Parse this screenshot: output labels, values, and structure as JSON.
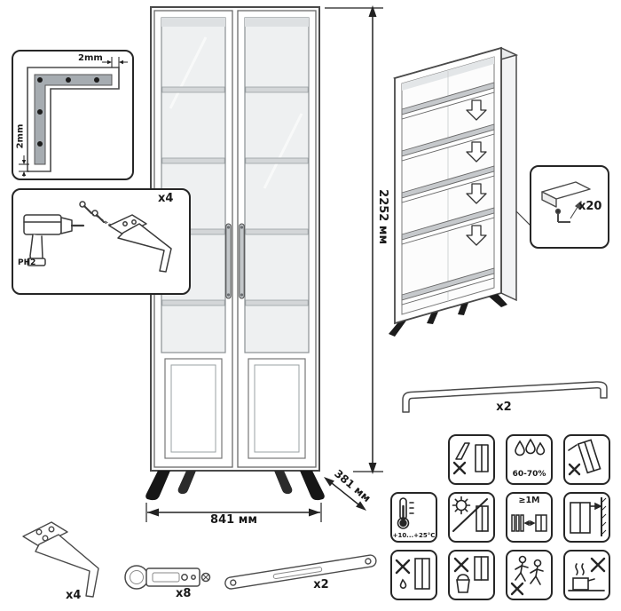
{
  "dimensions": {
    "height": "2252 мм",
    "width": "841 мм",
    "depth": "381 мм"
  },
  "corner_detail": {
    "gap_top": "2mm",
    "gap_side": "2mm"
  },
  "tools": {
    "legs_qty": "x4",
    "bit": "PH2"
  },
  "hardware": {
    "shelf_pins_qty": "x20",
    "handle_qty": "x2",
    "leg_qty": "x4",
    "hinge_qty": "x8",
    "strap_qty": "x2"
  },
  "care": {
    "humidity": "60-70%",
    "temperature": "+10...+25°C",
    "distance": "≥1M"
  },
  "icons": {
    "no_scratch": "scraper-and-cabinet-crossed",
    "humidity": "water-drops",
    "no_tilt": "tilted-cabinet-crossed",
    "temperature": "thermometer",
    "no_sunlight": "sun-slash-cabinet",
    "heater_distance": "radiator-arrow-cabinet",
    "wall_anchor": "cabinet-fixed-to-wall",
    "no_solvent": "cross-cabinet-drop",
    "no_wet_cleaning": "cross-bucket-cabinet",
    "no_children": "running-children-crossed",
    "no_hot": "steaming-pot-crossed"
  },
  "colors": {
    "line": "#262626",
    "bracket_gray": "#a6acb1",
    "shelf_gray": "#c6c9cc",
    "glass": "#eef0f1",
    "leg_black": "#161616"
  }
}
